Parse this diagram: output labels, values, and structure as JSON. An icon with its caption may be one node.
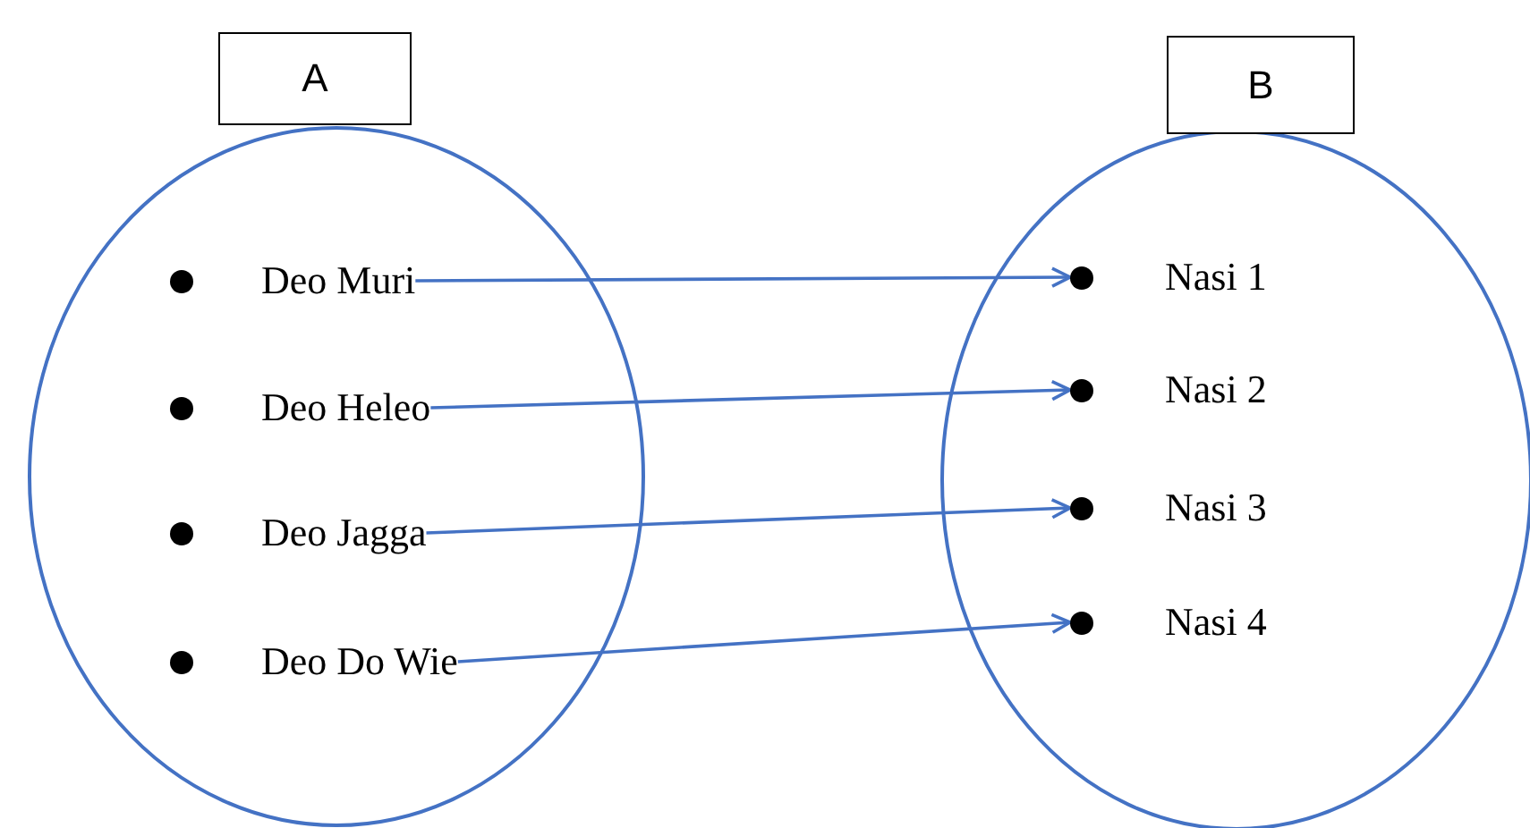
{
  "diagram": {
    "nodes": [
      {
        "text": [
          "A"
        ]
      },
      {
        "text": [
          "Deo Muri"
        ],
        "in": 0
      },
      {
        "text": [
          "Deo Heleo"
        ],
        "in": 0
      },
      {
        "text": [
          "Deo Jagga"
        ],
        "in": 0
      },
      {
        "text": [
          "Deo Do Wie"
        ],
        "in": 0
      },
      {
        "text": [
          "B"
        ]
      },
      {
        "text": [
          "Nasi 1"
        ],
        "in": 5
      },
      {
        "text": [
          "Nasi 2"
        ],
        "in": 5
      },
      {
        "text": [
          "Nasi 3"
        ],
        "in": 5
      },
      {
        "text": [
          "Nasi 4"
        ],
        "in": 5
      }
    ],
    "edges": [
      {
        "from": 1,
        "to": 6,
        "arrow": "to"
      },
      {
        "from": 2,
        "to": 7,
        "arrow": "to"
      },
      {
        "from": 3,
        "to": 8,
        "arrow": "to"
      },
      {
        "from": 4,
        "to": 9,
        "arrow": "to"
      }
    ]
  }
}
